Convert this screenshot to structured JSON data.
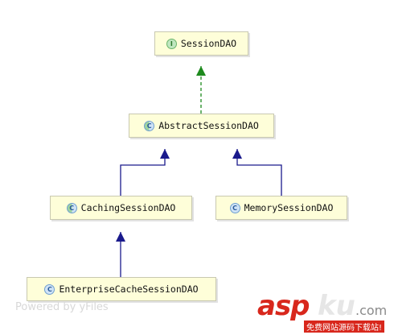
{
  "nodes": [
    {
      "key": "session-dao",
      "label": "SessionDAO",
      "kind": "interface",
      "badge": "I"
    },
    {
      "key": "abstract-session-dao",
      "label": "AbstractSessionDAO",
      "kind": "abstract",
      "badge": "C"
    },
    {
      "key": "caching-session-dao",
      "label": "CachingSessionDAO",
      "kind": "abstract",
      "badge": "C"
    },
    {
      "key": "memory-session-dao",
      "label": "MemorySessionDAO",
      "kind": "class",
      "badge": "C"
    },
    {
      "key": "enterprise-cache-session-dao",
      "label": "EnterpriseCacheSessionDAO",
      "kind": "class",
      "badge": "C"
    }
  ],
  "edges": [
    {
      "from": "abstract-session-dao",
      "to": "session-dao",
      "type": "implements"
    },
    {
      "from": "caching-session-dao",
      "to": "abstract-session-dao",
      "type": "extends"
    },
    {
      "from": "memory-session-dao",
      "to": "abstract-session-dao",
      "type": "extends"
    },
    {
      "from": "enterprise-cache-session-dao",
      "to": "caching-session-dao",
      "type": "extends"
    }
  ],
  "colors": {
    "implements": "#1e8a1e",
    "extends": "#1a1a8c",
    "node_fill": "#fefed9"
  },
  "watermark": {
    "left_text": "Powered by yFiles",
    "logo_asp": "asp",
    "logo_ku": "ku",
    "logo_com": ".com",
    "logo_sub": "免费网站源码下载站!"
  }
}
